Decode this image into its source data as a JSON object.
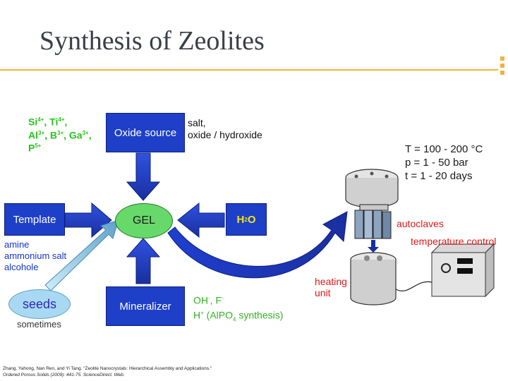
{
  "slide": {
    "title": "Synthesis of Zeolites",
    "accent_color": "#f0b43a"
  },
  "diagram": {
    "oxide_source": {
      "label": "Oxide source",
      "left_ions_line1": "Si",
      "si_charge": "4+",
      "ti_sep": ", Ti",
      "ti_charge": "4+",
      "ti_tail": ",",
      "al": "Al",
      "al_charge": "3+",
      "b_sep": ", B",
      "b_charge": "3+",
      "ga_sep": ", Ga",
      "ga_charge": "3+",
      "ga_tail": ",",
      "p": "P",
      "p_charge": "5+",
      "right_line1": "salt,",
      "right_line2": "oxide / hydroxide"
    },
    "template": {
      "label": "Template",
      "items": [
        "amine",
        "ammonium salt",
        "alcohole"
      ]
    },
    "gel": {
      "label": "GEL"
    },
    "water": {
      "h": "H",
      "sub": "2",
      "o": "O"
    },
    "mineralizer": {
      "label": "Mineralizer",
      "oh": "OH",
      "oh_charge": "-",
      "f": ", F",
      "f_charge": "-",
      "h": "H",
      "h_charge": "+",
      "alpo": " (AlPO",
      "alpo_sub": "4",
      "alpo_tail": " synthesis)"
    },
    "seeds": {
      "label": "seeds",
      "note": "sometimes"
    },
    "conditions": [
      "T = 100 - 200 °C",
      "p = 1 - 50 bar",
      "t = 1 - 20 days"
    ],
    "labels": {
      "autoclaves": "autoclaves",
      "temperature_control": "temperature control",
      "heating_line1": "heating",
      "heating_line2": "unit"
    }
  },
  "reference": {
    "line1": "Zhang, Yahong, Nan Ren, and Yi Tang. \"Zeolite Nanocrystals: Hierarchical Assembly and Applications.\"",
    "line2": "Ordered Porous Solids (2009): 441-75. ScienceDirect. Web."
  }
}
